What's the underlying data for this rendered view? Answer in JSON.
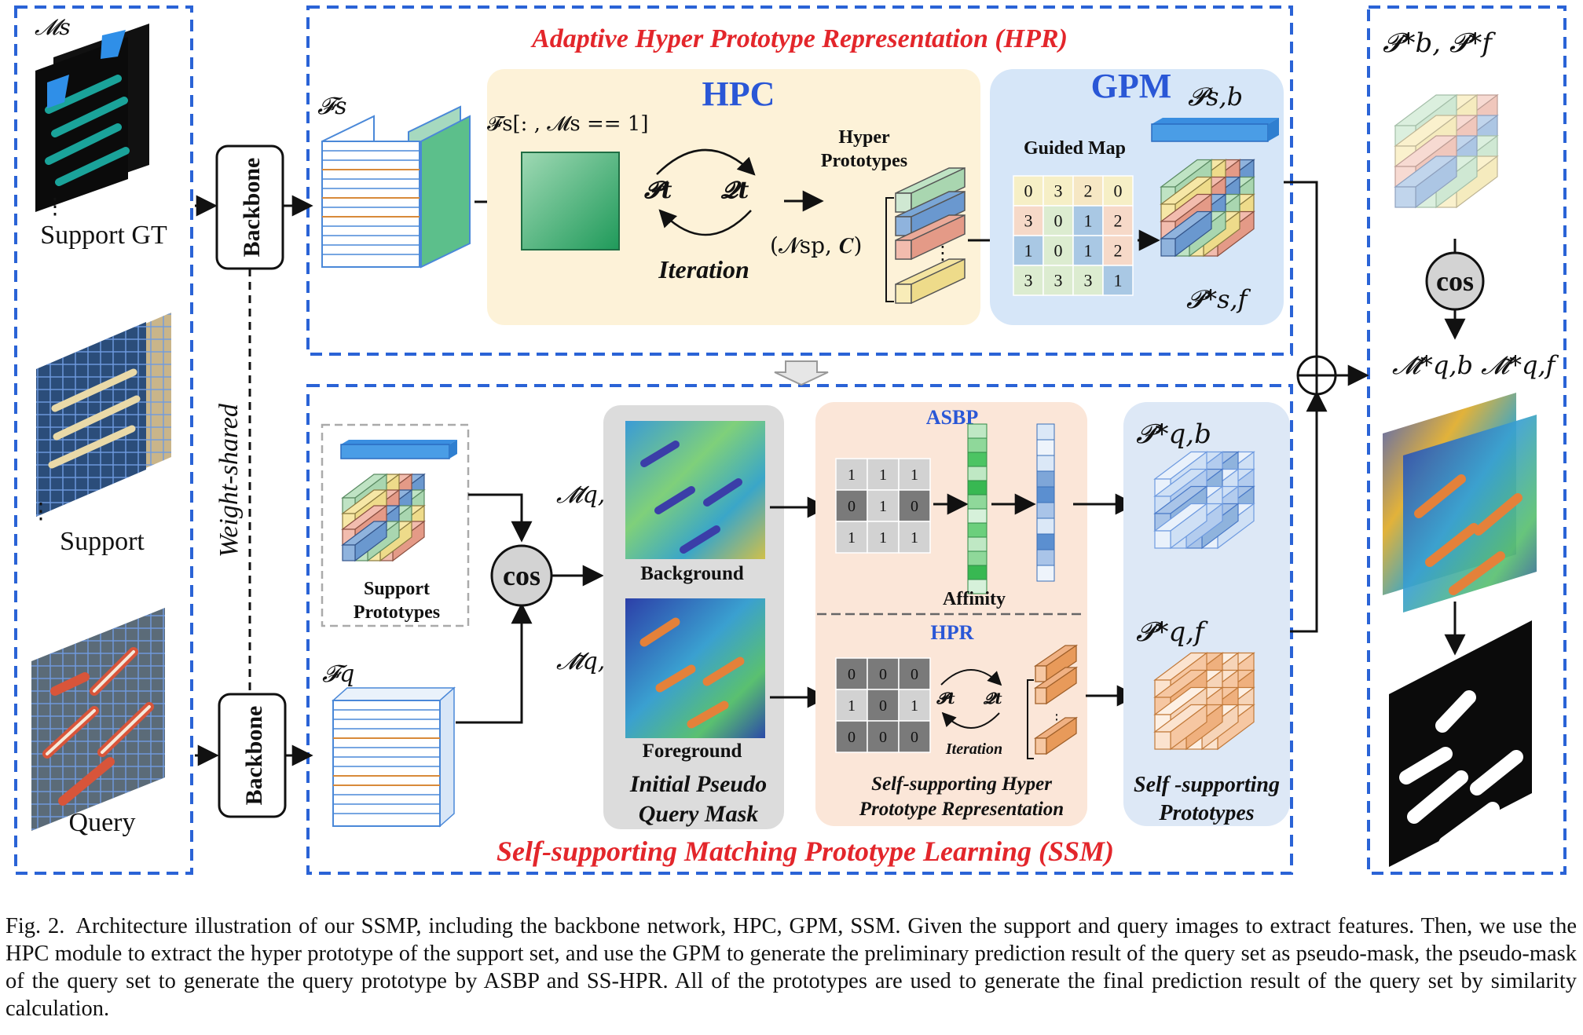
{
  "figure": {
    "hpr_title": "Adaptive Hyper Prototype Representation (HPR)",
    "ssm_title": "Self-supporting Matching Prototype Learning (SSM)",
    "backbone_label": "Backbone",
    "weight_shared_label": "Weight-shared",
    "inputs": {
      "support_gt_label": "Support GT",
      "support_label": "Support",
      "query_label": "Query",
      "mask_symbol": "𝓜s",
      "ellipsis": "⋮"
    },
    "hpc": {
      "title": "HPC",
      "fs_symbol": "𝓕s",
      "masked_feature": "𝓕s[: , 𝓜s == 1]",
      "p_t": "𝓟t",
      "q_t": "𝓠t",
      "iteration": "Iteration",
      "nsp_c": "(𝓝sp, 𝑪)",
      "hyper_prototypes": [
        "Hyper",
        "Prototypes"
      ]
    },
    "gpm": {
      "title": "GPM",
      "guided_map": "Guided Map",
      "p_sb": "𝓟s,b",
      "p_sf": "𝓟*s,f",
      "grid": [
        [
          "0",
          "3",
          "2",
          "0"
        ],
        [
          "3",
          "0",
          "1",
          "2"
        ],
        [
          "1",
          "0",
          "1",
          "2"
        ],
        [
          "3",
          "3",
          "3",
          "1"
        ]
      ]
    },
    "ssm": {
      "fq_symbol": "𝓕q",
      "support_prototypes": [
        "Support",
        "Prototypes"
      ],
      "cos": "cos",
      "m_qb": "𝓜̃q,b",
      "m_qf": "𝓜̃q,f",
      "background": "Background",
      "foreground": "Foreground",
      "initial_pseudo": [
        "Initial Pseudo",
        "Query Mask"
      ],
      "asbp": "ASBP",
      "affinity": "Affinity",
      "asbp_grid": [
        [
          "1",
          "1",
          "1"
        ],
        [
          "0",
          "1",
          "0"
        ],
        [
          "1",
          "1",
          "1"
        ]
      ],
      "hpr": "HPR",
      "hpr_grid": [
        [
          "0",
          "0",
          "0"
        ],
        [
          "1",
          "0",
          "1"
        ],
        [
          "0",
          "0",
          "0"
        ]
      ],
      "p_t_small": "𝓟t",
      "q_t_small": "𝓠t",
      "iteration_small": "Iteration",
      "ss_hpr": [
        "Self-supporting Hyper",
        "Prototype Representation"
      ],
      "p_qb": "𝓟*q,b",
      "p_qf": "𝓟*q,f",
      "ss_prototypes": [
        "Self -supporting",
        "Prototypes"
      ]
    },
    "output": {
      "p_bf": "𝓟*b, 𝓟*f",
      "cos": "cos",
      "m_out": "𝓜̃*q,b 𝓜̃*q,f"
    }
  },
  "caption": {
    "label": "Fig. 2.",
    "text": "Architecture illustration of our SSMP, including the backbone network, HPC, GPM, SSM. Given the support and query images to extract features. Then, we use the HPC module to extract the hyper prototype of the support set, and use the GPM to generate the preliminary prediction result of the query set as pseudo-mask, the pseudo-mask of the query set to generate the query prototype by ASBP and SS-HPR. All of the prototypes are used to generate the final prediction result of the query set by similarity calculation."
  },
  "colors": {
    "dashed_border": "#2a63d6",
    "title_red": "#e3262b",
    "title_blue": "#2a57d6",
    "hpc_panel": "#fdf2d8",
    "gpm_panel": "#d6e6f8",
    "gray_panel": "#dcdcdc",
    "asbp_panel": "#fbe6d8",
    "ssp_panel": "#dde8f6",
    "feature_green": "#3aa86e",
    "feature_blue": "#4a88d8",
    "feature_orange": "#e69a5a"
  }
}
